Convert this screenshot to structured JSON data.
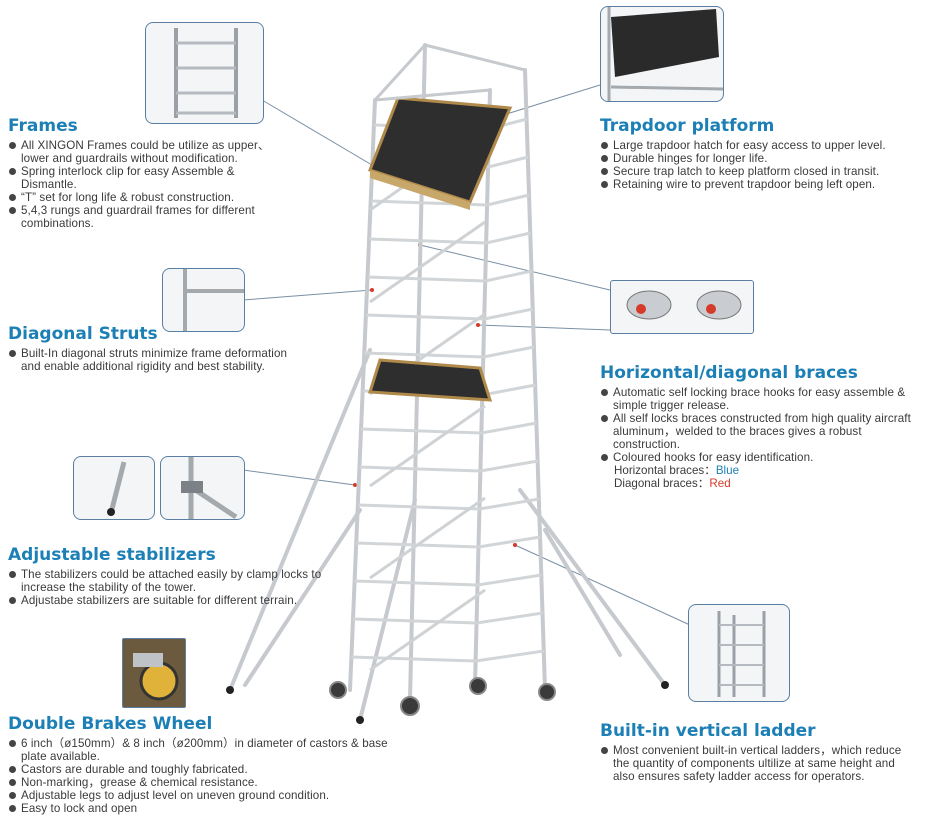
{
  "colors": {
    "title": "#1c7fb5",
    "blue": "#1c7fb5",
    "red": "#d63b2a",
    "frame": "#c9ccd0"
  },
  "frames": {
    "title": "Frames",
    "bullets": [
      "All XINGON Frames could be utilize as upper、lower and guardrails without modification.",
      "Spring interlock clip for easy Assemble & Dismantle.",
      "“T” set for long life & robust construction.",
      "5,4,3 rungs and guardrail frames for different combinations."
    ]
  },
  "diagonal": {
    "title": "Diagonal Struts",
    "bullets": [
      "Built-In diagonal struts minimize frame deformation and enable additional rigidity and best stability."
    ]
  },
  "stabilizers": {
    "title": "Adjustable stabilizers",
    "bullets": [
      "The stabilizers could be attached easily by clamp locks to increase the stability of the tower.",
      "Adjustabe stabilizers are suitable for different terrain."
    ]
  },
  "wheel": {
    "title": "Double Brakes Wheel",
    "bullets": [
      "6 inch（ø150mm）& 8 inch（ø200mm）in diameter of castors & base plate available.",
      "Castors are durable and toughly fabricated.",
      "Non-marking，grease & chemical resistance.",
      "Adjustable legs to adjust level on uneven ground condition.",
      "Easy to lock and open"
    ]
  },
  "trapdoor": {
    "title": "Trapdoor platform",
    "bullets": [
      "Large trapdoor hatch for easy access to upper level.",
      "Durable hinges for longer life.",
      "Secure trap latch to keep platform closed in transit.",
      "Retaining wire to prevent trapdoor being left open."
    ]
  },
  "braces": {
    "title": "Horizontal/diagonal braces",
    "bullets": [
      "Automatic self locking brace hooks for easy assemble & simple trigger release.",
      "All self locks braces constructed from high quality aircraft aluminum，welded to the braces gives a robust construction.",
      "Coloured hooks for easy identification."
    ],
    "horizontal_label": "Horizontal braces：",
    "horizontal_value": "Blue",
    "diagonal_label": "Diagonal braces：",
    "diagonal_value": "Red"
  },
  "ladder": {
    "title": "Built-in vertical ladder",
    "bullets": [
      "Most convenient built-in vertical ladders，which reduce the quantity of components ultilize at same height and also ensures safety ladder access for operators."
    ]
  }
}
